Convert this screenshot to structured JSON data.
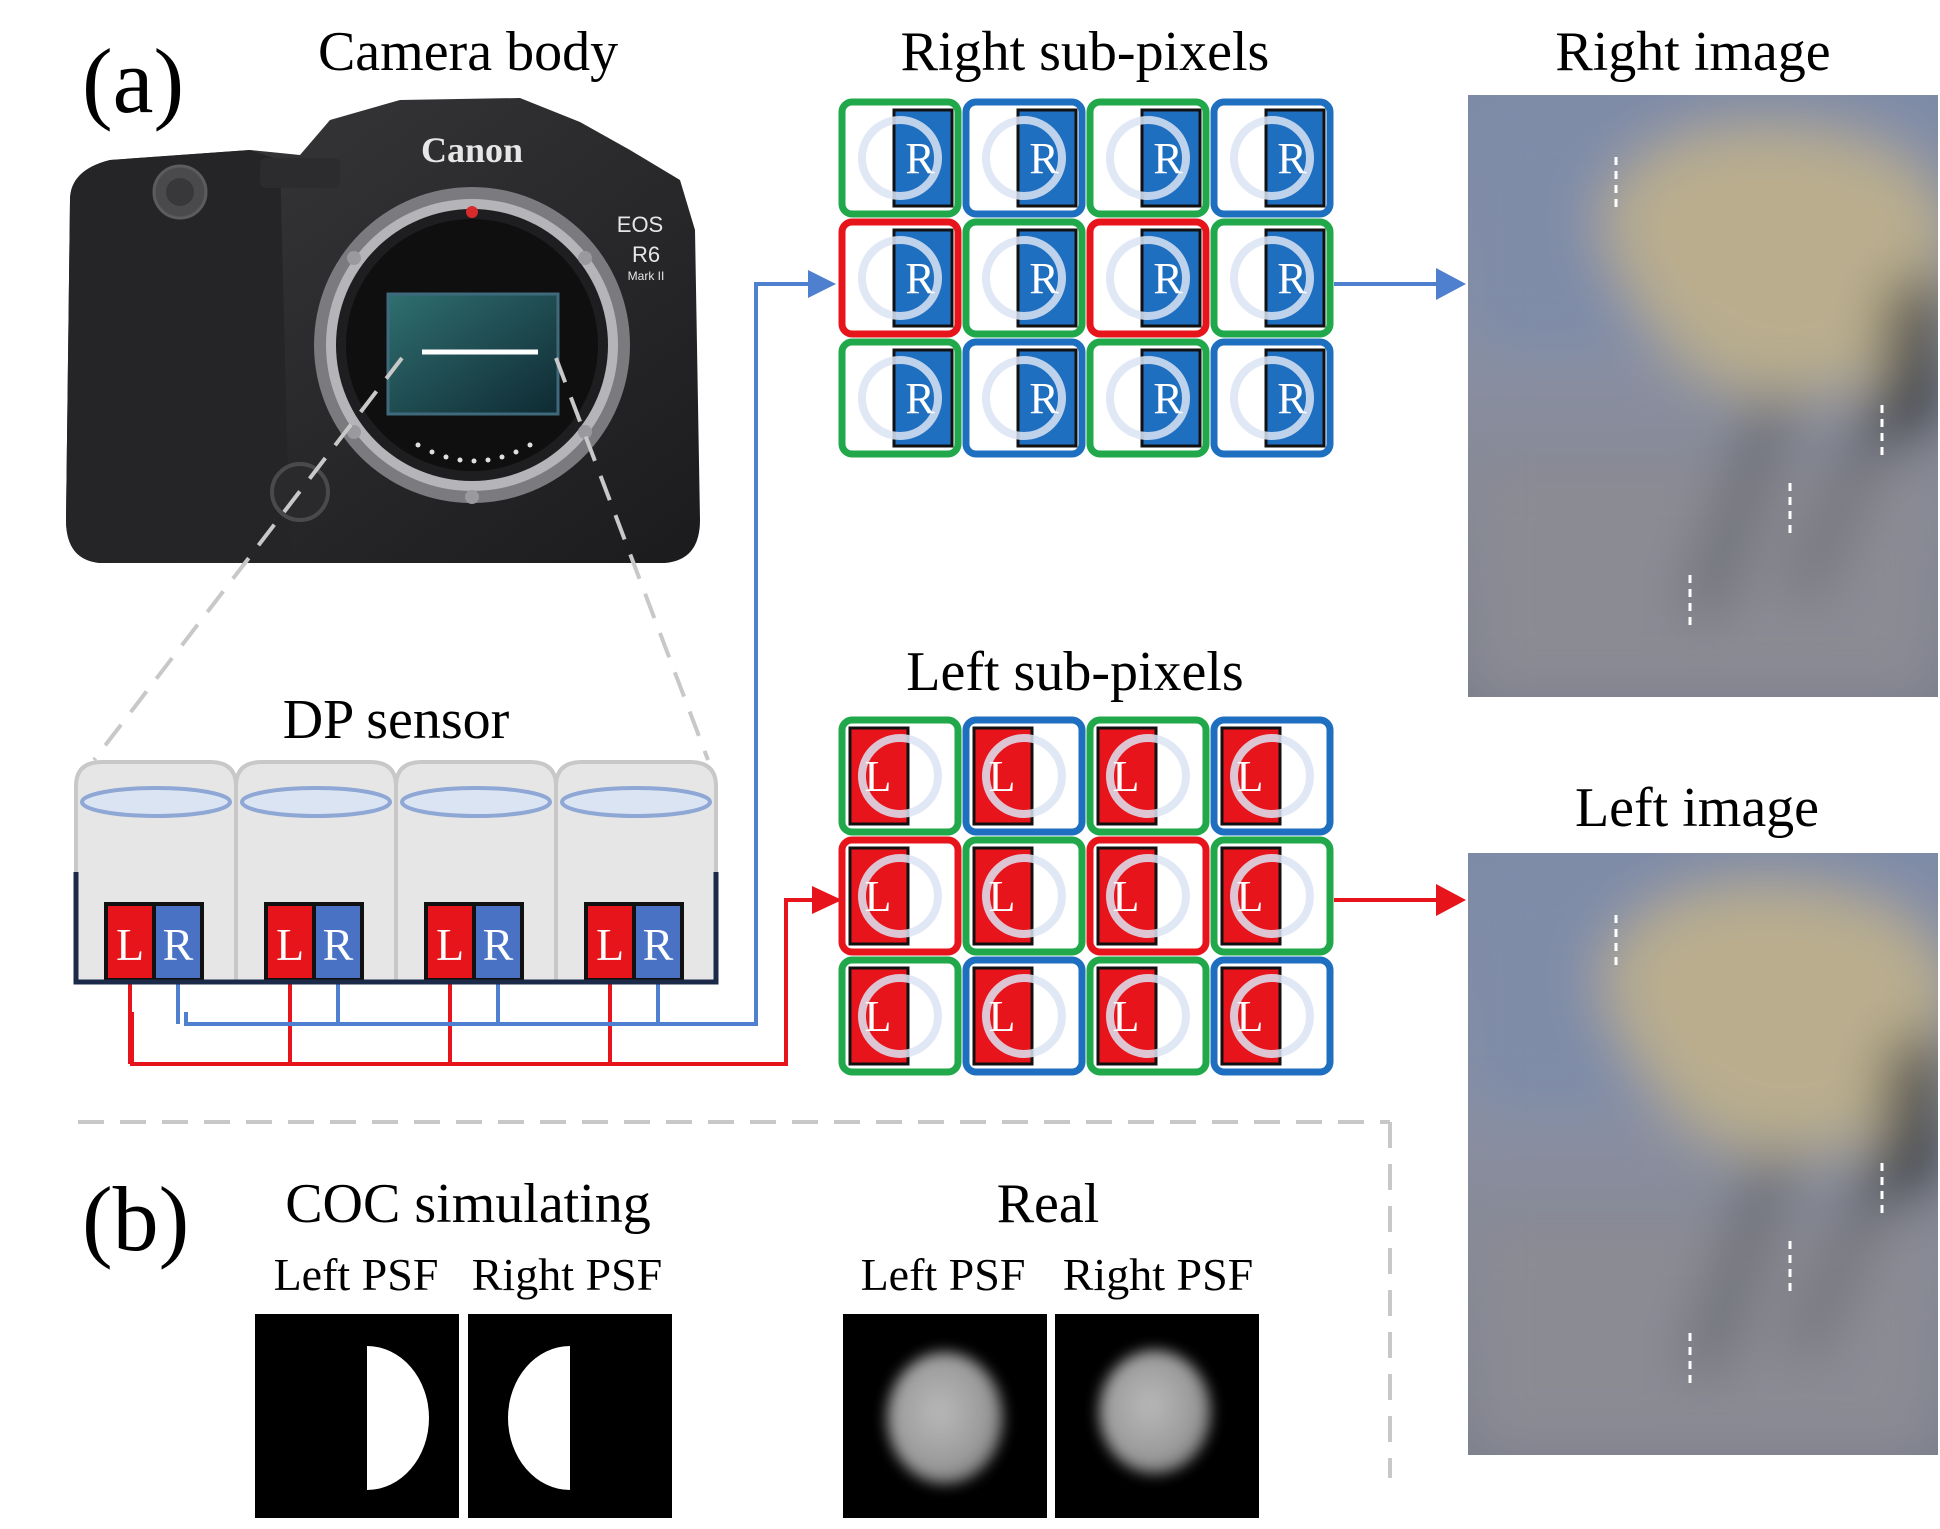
{
  "panel_a": {
    "tag": "(a)"
  },
  "panel_b": {
    "tag": "(b)"
  },
  "camera": {
    "title": "Camera body",
    "brand": "Canon",
    "model_line1": "EOS",
    "model_line2": "R6",
    "model_line3": "Mark II"
  },
  "sensor": {
    "title": "DP sensor",
    "left_letter": "L",
    "right_letter": "R",
    "count": 4
  },
  "right_subpixels": {
    "title": "Right sub-pixels",
    "letter": "R"
  },
  "left_subpixels": {
    "title": "Left sub-pixels",
    "letter": "L"
  },
  "right_image": {
    "title": "Right image"
  },
  "left_image": {
    "title": "Left image"
  },
  "coc": {
    "title": "COC simulating",
    "left_label": "Left PSF",
    "right_label": "Right PSF"
  },
  "real": {
    "title": "Real",
    "left_label": "Left PSF",
    "right_label": "Right PSF"
  },
  "bayer_pattern": [
    [
      "G",
      "B",
      "G",
      "B"
    ],
    [
      "R",
      "G",
      "R",
      "G"
    ],
    [
      "G",
      "B",
      "G",
      "B"
    ]
  ],
  "colors": {
    "red": "#e8141b",
    "blue": "#1f6fc0",
    "green": "#20a84a",
    "line_blue": "#4f7fcf",
    "line_red": "#e8141b",
    "sensor_frame": "#1c2a4a",
    "dash": "#c8c8c8"
  }
}
